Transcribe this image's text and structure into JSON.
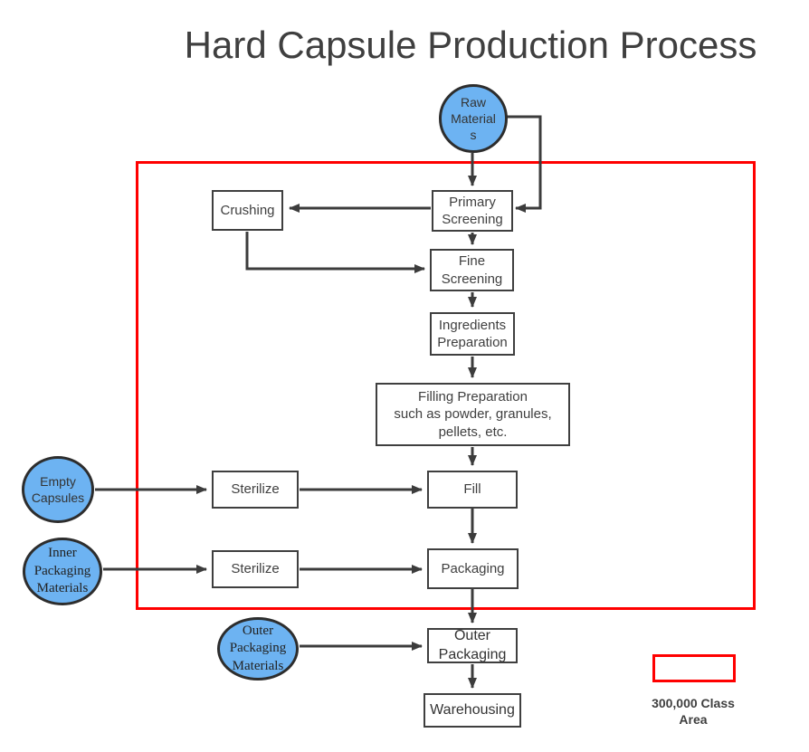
{
  "title": "Hard Capsule Production Process",
  "colors": {
    "area_border_red": "#ff0000",
    "node_fill_blue": "#6db3f2",
    "line_dark": "#3c3c3c",
    "box_border": "#3f3f3f",
    "background": "#ffffff"
  },
  "nodes": {
    "raw_materials": {
      "label": "Raw\nMaterial\ns",
      "shape": "circle"
    },
    "primary_screening": {
      "label": "Primary\nScreening",
      "shape": "box"
    },
    "crushing": {
      "label": "Crushing",
      "shape": "box"
    },
    "fine_screening": {
      "label": "Fine\nScreening",
      "shape": "box"
    },
    "ingredients_preparation": {
      "label": "Ingredients\nPreparation",
      "shape": "box"
    },
    "filling_preparation": {
      "label": "Filling Preparation\nsuch as powder, granules,\npellets, etc.",
      "shape": "box"
    },
    "fill": {
      "label": "Fill",
      "shape": "box"
    },
    "sterilize_capsules": {
      "label": "Sterilize",
      "shape": "box"
    },
    "sterilize_inner": {
      "label": "Sterilize",
      "shape": "box"
    },
    "packaging": {
      "label": "Packaging",
      "shape": "box"
    },
    "empty_capsules": {
      "label": "Empty\nCapsules",
      "shape": "circle"
    },
    "inner_packaging_materials": {
      "label": "Inner\nPackaging\nMaterials",
      "shape": "circle"
    },
    "outer_packaging_materials": {
      "label": "Outer\nPackaging\nMaterials",
      "shape": "circle"
    },
    "outer_packaging": {
      "label": "Outer\nPackaging",
      "shape": "box-white"
    },
    "warehousing": {
      "label": "Warehousing",
      "shape": "box-white"
    }
  },
  "edges": [
    "raw_materials -> primary_screening",
    "raw_materials -> primary_screening (right loop)",
    "primary_screening -> crushing",
    "crushing -> fine_screening",
    "primary_screening -> fine_screening",
    "fine_screening -> ingredients_preparation",
    "ingredients_preparation -> filling_preparation",
    "filling_preparation -> fill",
    "empty_capsules -> sterilize_capsules",
    "sterilize_capsules -> fill",
    "fill -> packaging",
    "inner_packaging_materials -> sterilize_inner",
    "sterilize_inner -> packaging",
    "packaging -> outer_packaging",
    "outer_packaging_materials -> outer_packaging",
    "outer_packaging -> warehousing"
  ],
  "legend": {
    "area_label": "300,000 Class\nArea"
  }
}
